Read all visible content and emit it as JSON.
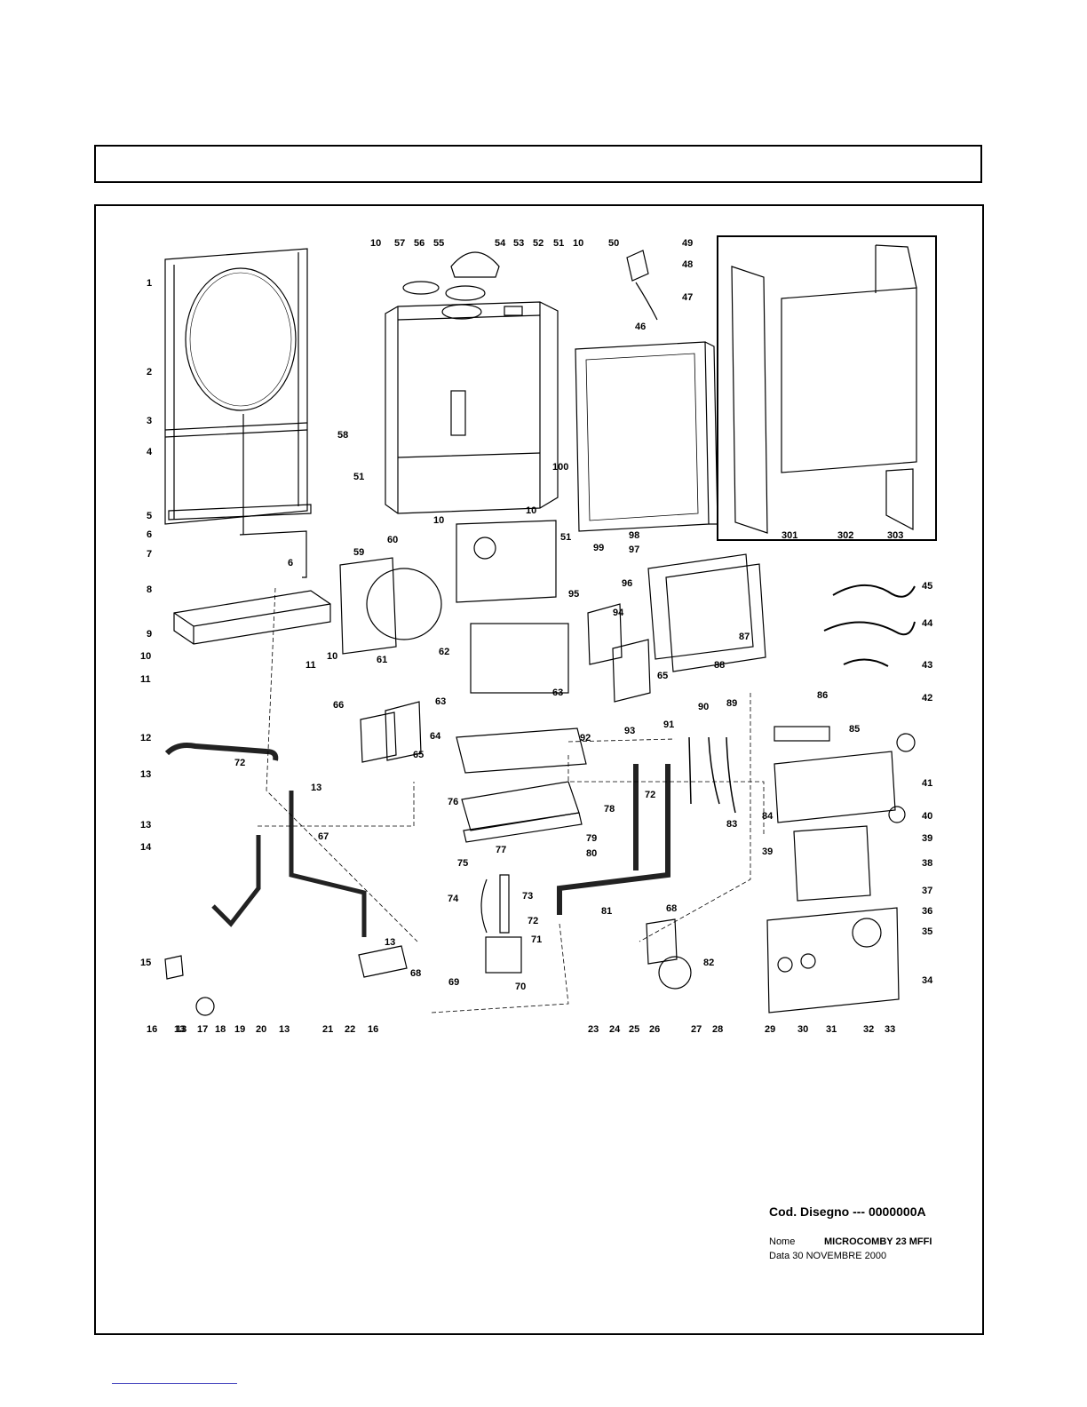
{
  "header": {
    "title": ""
  },
  "title_block": {
    "code_label": "Cod. Disegno --- 0000000A",
    "name_label": "Nome",
    "name_value": "MICROCOMBY 23 MFFI",
    "date_label": "Data 30 NOVEMBRE 2000"
  },
  "callouts": [
    "1",
    "2",
    "3",
    "4",
    "5",
    "6",
    "7",
    "6",
    "8",
    "9",
    "10",
    "11",
    "11",
    "10",
    "10",
    "57",
    "56",
    "55",
    "54",
    "53",
    "52",
    "51",
    "10",
    "58",
    "51",
    "10",
    "10",
    "100",
    "51",
    "50",
    "49",
    "48",
    "47",
    "46",
    "99",
    "98",
    "97",
    "301",
    "302",
    "303",
    "60",
    "59",
    "61",
    "95",
    "62",
    "63",
    "63",
    "64",
    "92",
    "93",
    "65",
    "66",
    "65",
    "94",
    "96",
    "87",
    "45",
    "44",
    "43",
    "88",
    "86",
    "42",
    "91",
    "90",
    "89",
    "85",
    "41",
    "84",
    "40",
    "83",
    "12",
    "13",
    "72",
    "13",
    "13",
    "67",
    "14",
    "76",
    "79",
    "77",
    "80",
    "78",
    "72",
    "75",
    "74",
    "73",
    "72",
    "81",
    "68",
    "71",
    "39",
    "38",
    "39",
    "37",
    "36",
    "35",
    "82",
    "34",
    "15",
    "13",
    "13",
    "69",
    "70",
    "68",
    "16",
    "13",
    "17",
    "18",
    "19",
    "20",
    "13",
    "21",
    "22",
    "16",
    "23",
    "24",
    "25",
    "26",
    "27",
    "28",
    "29",
    "30",
    "31",
    "32",
    "33"
  ]
}
